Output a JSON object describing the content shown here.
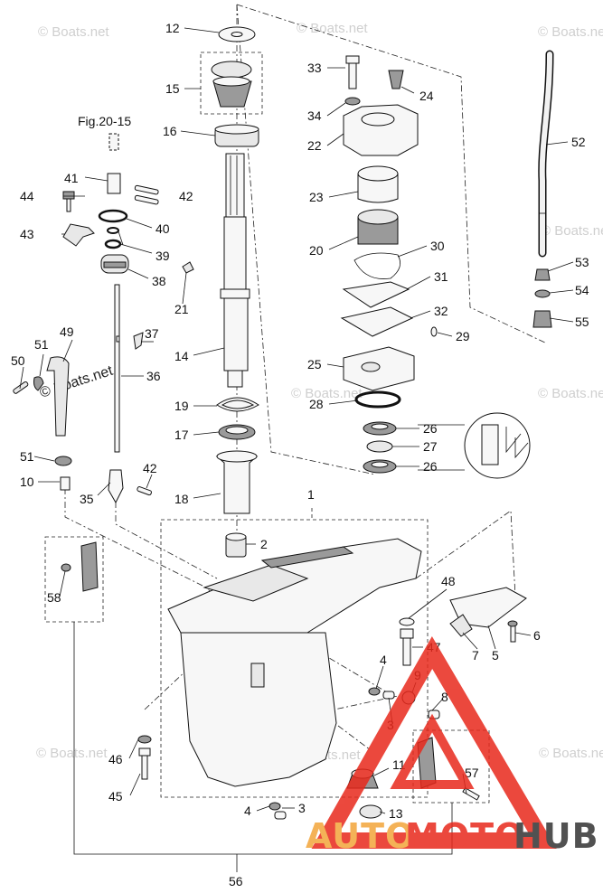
{
  "watermarks": {
    "text": "© Boats.net",
    "center_text": "© Boats.net"
  },
  "references": {
    "fig": "Fig.20-15"
  },
  "logo": {
    "part1": "AUTO",
    "part2": "MOTO",
    "part3": "HUB",
    "colors": {
      "red": "#e8291c",
      "orange": "#f3a53a",
      "dark": "#333333"
    }
  },
  "callouts": {
    "n1": "1",
    "n2": "2",
    "n3a": "3",
    "n3b": "3",
    "n4a": "4",
    "n4b": "4",
    "n5": "5",
    "n6": "6",
    "n7": "7",
    "n8": "8",
    "n9": "9",
    "n10": "10",
    "n11": "11",
    "n12": "12",
    "n13": "13",
    "n14": "14",
    "n15": "15",
    "n16": "16",
    "n17": "17",
    "n18": "18",
    "n19": "19",
    "n20": "20",
    "n21": "21",
    "n22": "22",
    "n23": "23",
    "n24": "24",
    "n25": "25",
    "n26a": "26",
    "n26b": "26",
    "n27": "27",
    "n28": "28",
    "n29": "29",
    "n30": "30",
    "n31": "31",
    "n32": "32",
    "n33": "33",
    "n34": "34",
    "n35": "35",
    "n36": "36",
    "n37": "37",
    "n38": "38",
    "n39": "39",
    "n40": "40",
    "n41": "41",
    "n42a": "42",
    "n42b": "42",
    "n43": "43",
    "n44": "44",
    "n45": "45",
    "n46": "46",
    "n47": "47",
    "n48": "48",
    "n49": "49",
    "n50": "50",
    "n51a": "51",
    "n51b": "51",
    "n52": "52",
    "n53": "53",
    "n54": "54",
    "n55": "55",
    "n56": "56",
    "n57": "57",
    "n58": "58"
  }
}
